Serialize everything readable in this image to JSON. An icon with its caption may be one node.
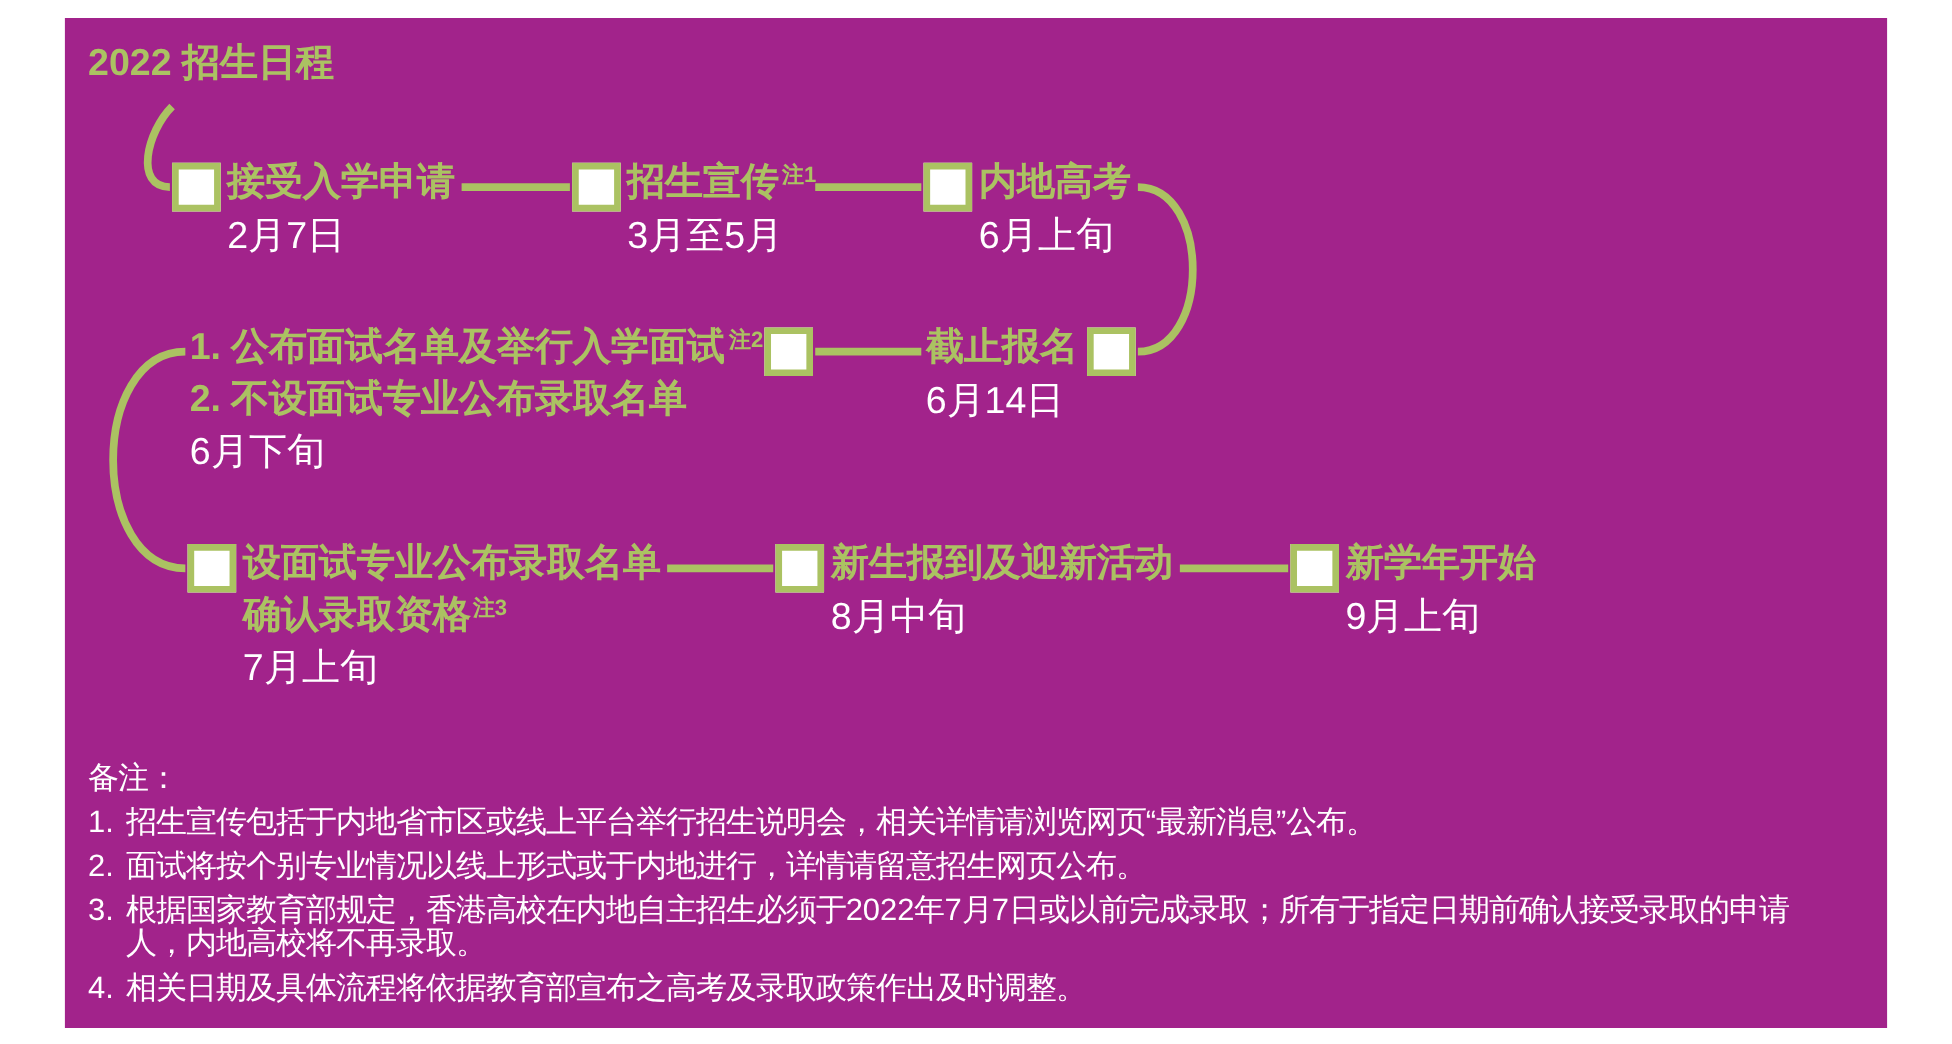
{
  "diagram": {
    "nodes": [
      {
        "text": [
          "2022 招生日程"
        ]
      },
      {
        "text": [
          "接受入学申请",
          "2月7日"
        ]
      },
      {
        "text": [
          "招生宣传$^{注1}$",
          "3月至5月"
        ]
      },
      {
        "text": [
          "内地高考",
          "6月上旬"
        ]
      },
      {
        "text": [
          "截止报名",
          "6月14日"
        ]
      },
      {
        "text": [
          "1. 公布面试名单及举行入学面试$^{注2}$",
          "2. 不设面试专业公布录取名单",
          "6月下旬"
        ]
      },
      {
        "text": [
          "设面试专业公布录取名单",
          "确认录取资格$^{注3}$",
          "7月上旬"
        ]
      },
      {
        "text": [
          "新生报到及迎新活动",
          "8月中旬"
        ]
      },
      {
        "text": [
          "新学年开始",
          "9月上旬"
        ]
      }
    ],
    "edges": [
      {
        "from": 0,
        "to": 1,
        "arrow": "none"
      },
      {
        "from": 1,
        "to": 2,
        "arrow": "none"
      },
      {
        "from": 2,
        "to": 3,
        "arrow": "none"
      },
      {
        "from": 3,
        "to": 4,
        "arrow": "none"
      },
      {
        "from": 4,
        "to": 5,
        "arrow": "none"
      },
      {
        "from": 5,
        "to": 6,
        "arrow": "none"
      },
      {
        "from": 6,
        "to": 7,
        "arrow": "none"
      },
      {
        "from": 7,
        "to": 8,
        "arrow": "none"
      }
    ],
    "labels": [
      "备注：",
      "1.",
      "招生宣传包括于内地省市区或线上平台举行招生说明会，相关详情请浏览网页“最新消息”公布。",
      "2.",
      "面试将按个别专业情况以线上形式或于内地进行，详情请留意招生网页公布。",
      "3.",
      "根据国家教育部规定，香港高校在内地自主招生必须于2022年7月7日或以前完成录取；所有于指定日期前确认接受录取的申请人，内地高校将不再录取。",
      "4.",
      "相关日期及具体流程将依据教育部宣布之高考及录取政策作出及时调整。"
    ]
  }
}
